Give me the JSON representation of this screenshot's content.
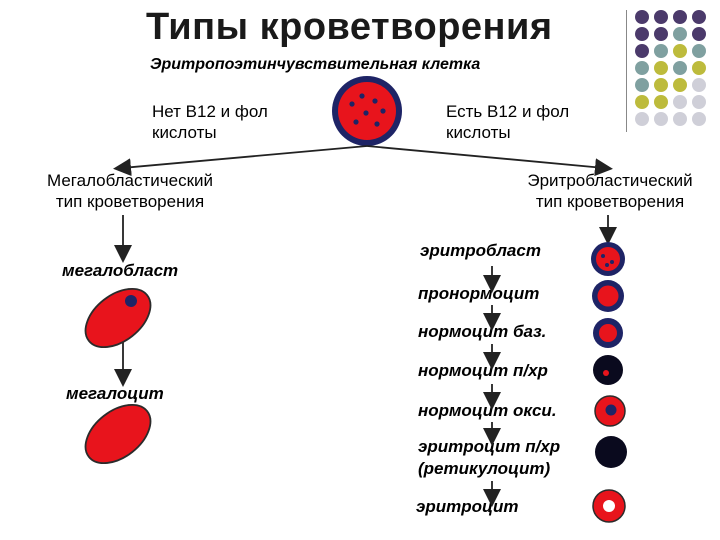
{
  "title": "Типы кроветворения",
  "subtitle": "Эритропоэтинчувствительная клетка",
  "branches": {
    "left_condition": [
      "Нет В12 и фол",
      "кислоты"
    ],
    "right_condition": [
      "Есть В12 и фол",
      "кислоты"
    ],
    "left_type": [
      "Мегалобластический",
      "тип кроветворения"
    ],
    "right_type": [
      "Эритробластический",
      "тип кроветворения"
    ]
  },
  "megaloblastic": {
    "stages": [
      "мегалобласт",
      "мегалоцит"
    ]
  },
  "erythroblastic": {
    "stages": [
      "эритробласт",
      "пронормоцит",
      "нормоцит баз.",
      "нормоцит п/хр",
      "нормоцит окси.",
      "эритроцит п/хр",
      "(ретикулоцит)",
      "эритроцит"
    ]
  },
  "colors": {
    "cell_red": "#e8141c",
    "cell_dark": "#1e2466",
    "cell_outline": "#2b2b2b",
    "deco_purple": "#4b3a6b",
    "deco_teal": "#7fa0a0",
    "deco_olive": "#bdbb3c",
    "deco_gray": "#cfcfd8"
  }
}
